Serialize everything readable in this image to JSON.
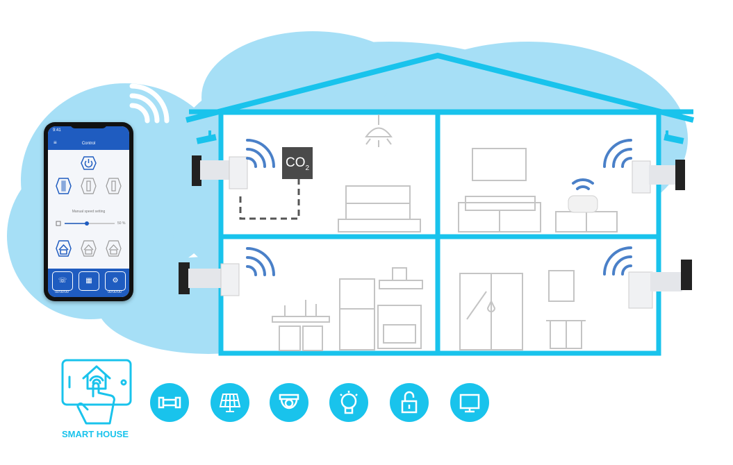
{
  "colors": {
    "accent": "#19c3ec",
    "cloud": "#a6dff6",
    "app_blue": "#1f5cc0",
    "wifi": "#4a80c8",
    "gray": "#c8c8c8",
    "dark_tag": "#4a4a4a"
  },
  "phone": {
    "status_time": "9:41",
    "menu_icon": "≡",
    "screen_title": "Control",
    "speed_label": "Manual speed setting",
    "speed_value": "50 %",
    "bottom_buttons": [
      {
        "icon": "phone-timer-icon",
        "time": "00:00:00"
      },
      {
        "icon": "calendar-icon",
        "time": ""
      },
      {
        "icon": "schedule-settings-icon",
        "time": "00:00:00"
      }
    ]
  },
  "co2_sensor": {
    "text": "CO",
    "subscript": "2"
  },
  "smart_house": {
    "label": "SMART HOUSE"
  },
  "feature_icons": [
    "duct-fan-icon",
    "solar-panel-icon",
    "security-camera-icon",
    "smart-bulb-icon",
    "unlocked-padlock-icon",
    "monitor-icon"
  ]
}
